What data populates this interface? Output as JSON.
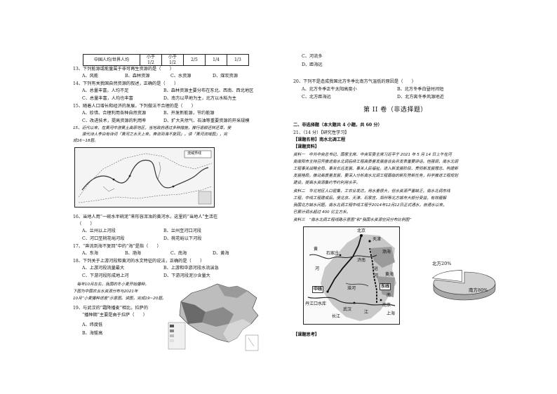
{
  "ratio_table": {
    "row_label": "中国人均/世界人均",
    "values": [
      "小于 1/2",
      "小于 1/2",
      "2/5",
      "1/4",
      "1/3"
    ]
  },
  "left": {
    "q13": {
      "stem": "13、下列能源或能量属于非可再生资源的是（　　）",
      "A": "A、风能",
      "B": "B、森林资源",
      "C": "C、水资源",
      "D": "D、煤炭资源"
    },
    "q14": {
      "stem": "14、下列有关我国自然资源的叙述，正确的是（　　）",
      "A": "A、总量丰富，人均不足",
      "B": "B、森林资源主要分布在东北、西南、西北地区",
      "C": "C、总量丰富，人均也丰富",
      "D": "D、南方以旱地为主，北方以水稻为主"
    },
    "q15": {
      "stem": "15、随着人口增长和经济的发展，下列做法不合理的是（　　）",
      "A": "A、珍惜、合理利用各种自然资源",
      "B": "B、开发新能源，节约能源",
      "C": "C、改进技术，提高资源的利用率",
      "D": "D、扩大天然气、石油等重要资源的开采规模"
    },
    "intro": [
      "15、近代以来，在黄河中游黄土高原地区，当地政府通过多种措施，推行退耕还林还草，使",
      "康代诗人李白有诗词「黄河之水天上来，奔流到海不复回」。读「黄河流域图」，完",
      "成16~18题。"
    ],
    "map1_legend": "流域界线",
    "q16": {
      "stem": "16、当地人用“一碗水半碗泥”来形容浑浊的黄河水，这里的“当地人”生活在",
      "stem2": "（　　）",
      "A": "A、兰州以上河段",
      "B": "B、兰州至河口河段",
      "C": "C、河口至桃花峪河段",
      "D": "D、桃花峪以下河段"
    },
    "q17": {
      "stem": "17、“奔流到海不复回”中的“海”是指（　　）",
      "A": "A、东海",
      "B": "B、渤海",
      "C": "C、南海",
      "D": "D、黄海"
    },
    "q18": {
      "stem": "18、下列关于上游河段和黄河的水文特征的说法，正确的是（　　）",
      "A": "A、上游河段流量最大",
      "B": "B、上游和中游河段水流湍急",
      "C": "C、下游河段形成地上河",
      "D": "D、下游河段泥沙含量大"
    },
    "intro2": [
      "　每年10月左右，我国的冬小麦开始播种。",
      "下图为中国农业水资源分布与2021年",
      "10月“小麦播种进度”示意图。读图，完成19~20题。"
    ],
    "q19": {
      "stem": "19、与武汉的“霜降播麦”相比，拉萨的",
      "stem2": "“播种期”主要是由于拉萨（　　）",
      "A": "A、纬度低",
      "B": "B、海拔高"
    }
  },
  "right": {
    "q19cd": {
      "C": "C、河流多",
      "D": "D、距海远"
    },
    "q20": {
      "stem": "20、下列不是造成我国北方冬季比南方气温低的原因是（　　）",
      "A": "A、北方冬季正午太阳高度小",
      "B": "B、北方冬季白昼时间短",
      "C": "C、北方距海远",
      "D": "D、北方离冬季风源地近"
    },
    "part2_title": "第 II 卷（非选择题）",
    "part2_sub": "二、非选择题（本大题共 4 小题，共 60 分）",
    "q21": {
      "stem": "21、（14 分）【研究性学习】",
      "topic_label": "【课题名称】南水北调工程",
      "material_label": "【课题资料】",
      "m1": [
        "资料一　中共中央总书记、国家主席、中央军委主席习近平于 2021 年 5 月 14 日上午在河",
        "南南阳市主持召开推进南水北调后续工程高质量发展座谈会并发表重要讲话。他强调，南水北调",
        "工程事关战略全局、事关长远发展、事关人民福祉。进入新发展阶段、贯彻新发展理念、构建新",
        "发展格局，推动高质量发展，要深入分析南水北调工程面临的新形势新任务，科学推进工程规划",
        "建设，提高水资源集约节约利用水平。"
      ],
      "m2": [
        "资料二　华北地区人口密集，工农业发达，用水量很大，但水资源严重缺乏。南水北调东线",
        "工程，中线工程建成后，使北京、天津、石家庄、郑州等北方城市大部分受益，有效缓解",
        "我国北方缺水问题。南水北调工程中线工程于2014年12月12日正式通水，自通水以来，",
        "已累计调水超过 400 亿立方米。"
      ],
      "m3": "资料三　“南水北调工程线路示意图”和“我国水资源空间分布比例图”",
      "think_label": "【课题思考】"
    },
    "map2": {
      "labels": [
        "北京",
        "天津",
        "石家庄",
        "渤海",
        "黄",
        "河",
        "济南",
        "黄海",
        "东线",
        "中线",
        "淮河",
        "丹江口水库",
        "武汉",
        "长江",
        "江",
        "运",
        "河",
        "南京",
        "上海",
        "南"
      ]
    },
    "pie": {
      "north_label": "北方20%",
      "south_label": "南方80%"
    }
  },
  "chart_data": {
    "type": "pie",
    "categories": [
      "北方",
      "南方"
    ],
    "values": [
      20,
      80
    ],
    "title": "",
    "labels": [
      "北方20%",
      "南方80%"
    ]
  }
}
